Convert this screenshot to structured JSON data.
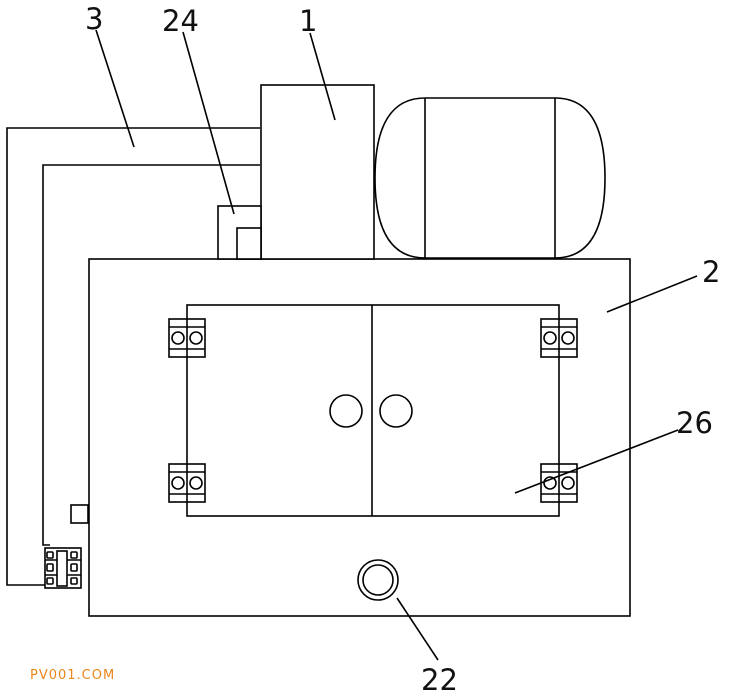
{
  "labels": {
    "part_1": "1",
    "part_2": "2",
    "part_3": "3",
    "part_22": "22",
    "part_24": "24",
    "part_26": "26"
  },
  "watermark": "PV001.COM",
  "colors": {
    "line": "#000000",
    "background": "#ffffff",
    "watermark": "#e8871c"
  }
}
